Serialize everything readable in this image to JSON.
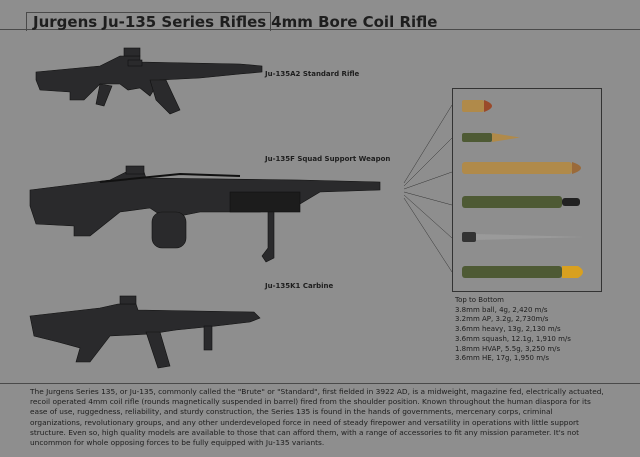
{
  "title": {
    "series": "Jurgens Ju-135 Series Rifles",
    "subtitle": "4mm Bore Coil Rifle"
  },
  "rifles": [
    {
      "label": "Ju-135A2 Standard Rifle"
    },
    {
      "label": "Ju-135F Squad Support Weapon"
    },
    {
      "label": "Ju-135K1 Carbine"
    }
  ],
  "ammo": {
    "heading": "Top to Bottom",
    "rounds": [
      "3.8mm ball, 4g, 2,420 m/s",
      "3.2mm AP, 3.2g, 2,730m/s",
      "3.6mm heavy, 13g, 2,130 m/s",
      "3.6mm squash, 12.1g, 1,910 m/s",
      "1.8mm HVAP, 5.5g, 3,250 m/s",
      "3.6mm HE, 17g, 1,950 m/s"
    ]
  },
  "description": "The Jurgens Series 135, or Ju-135, commonly called the \"Brute\" or \"Standard\", first fielded in 3922 AD, is a midweight, magazine fed, electrically actuated, recoil operated 4mm coil rifle (rounds magnetically suspended in barrel) fired from the shoulder position. Known throughout the human diaspora for its ease of use, ruggedness, reliability, and sturdy construction, the Series 135 is found in the hands of governments, mercenary corps, criminal organizations, revolutionary groups, and any other underdeveloped force in need of steady firepower and versatility in operations with little support structure. Even so, high quality models are available to those that can afford them, with a range of accessories to fit any mission parameter. It's not uncommon for whole opposing forces to be fully equipped with Ju-135 variants.",
  "colors": {
    "background": "#8e8e8e",
    "brass": "#b08a4a",
    "green": "#4e5a34",
    "gunmetal": "#2a2a2c"
  }
}
